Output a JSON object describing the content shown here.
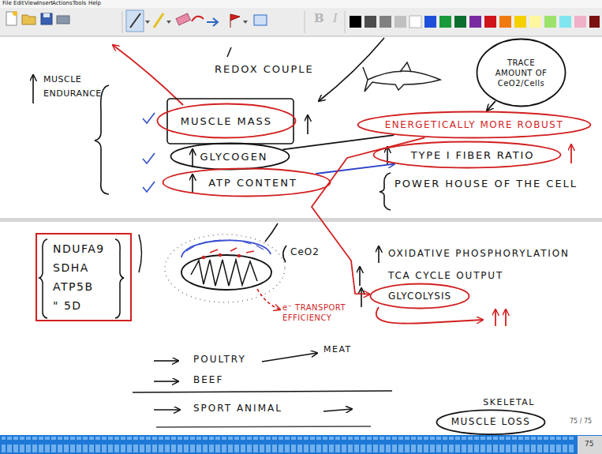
{
  "diagram": {
    "nodes": [
      {
        "text": [
          "MUSCLE MASS"
        ]
      },
      {
        "text": [
          "GLYCOGEN"
        ]
      },
      {
        "text": [
          "ATP CONTENT"
        ]
      },
      {
        "text": [
          "TRACE AMOUNT OF CeO2/Cells"
        ]
      },
      {
        "text": [
          "ENERGETICALLY MORE ROBUST"
        ]
      },
      {
        "text": [
          "TYPE I FIBER RATIO"
        ]
      },
      {
        "text": [
          "NDUFA9",
          "SDHA",
          "ATP5B",
          "\" 5D"
        ]
      },
      {
        "text": [
          "GLYCOLYSIS"
        ]
      },
      {
        "text": [
          "SKELETAL",
          "MUSCLE LOSS"
        ]
      }
    ],
    "edges": [
      {
        "from": 1,
        "to": 4,
        "arrow": "none"
      },
      {
        "from": 2,
        "to": 5,
        "arrow": "to"
      },
      {
        "from": 4,
        "to": 7,
        "arrow": "to"
      },
      {
        "from": 3,
        "to": 4,
        "arrow": "to"
      }
    ],
    "labels": [
      "File",
      "Edit",
      "View",
      "Insert",
      "Actions",
      "Tools",
      "Help",
      "REDOX COUPLE",
      "MUSCLE ENDURANCE",
      "POWER HOUSE OF THE CELL",
      "CeO2",
      "e⁻ TRANSPORT EFFICIENCY",
      "OXIDATIVE PHOSPHORYLATION",
      "TCA CYCLE OUTPUT",
      "POULTRY",
      "MEAT",
      "BEEF",
      "SPORT ANIMAL",
      "75 / 75",
      "75",
      "B",
      "I"
    ]
  }
}
